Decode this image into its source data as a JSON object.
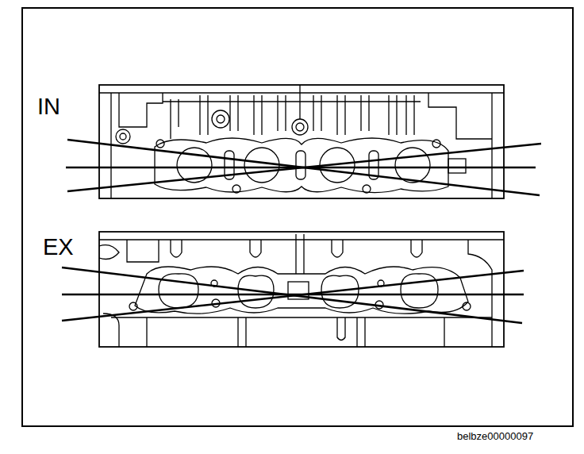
{
  "diagram": {
    "labels": [
      "IN",
      "EX",
      "belbze00000097"
    ]
  }
}
